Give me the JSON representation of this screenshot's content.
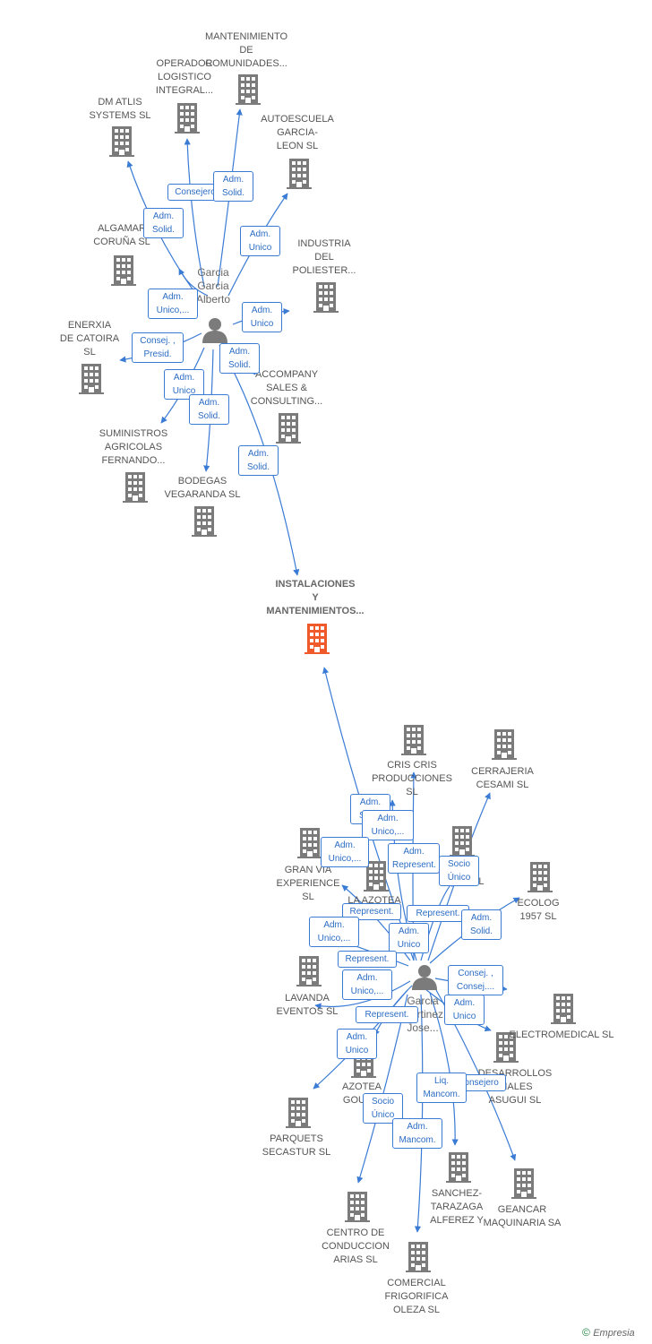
{
  "colors": {
    "edge": "#3a7bd5",
    "node": "#7b7b7b",
    "focus": "#f05a2b"
  },
  "company_nodes": [
    {
      "id": "mant_comunidades",
      "label": "MANTENIMIENTO\nDE\nCOMUNIDADES...",
      "icon": "building-icon"
    },
    {
      "id": "operador",
      "label": "OPERADOR\nLOGISTICO\nINTEGRAL...",
      "icon": "building-icon"
    },
    {
      "id": "dm_atlis",
      "label": "DM ATLIS\nSYSTEMS SL",
      "icon": "building-icon"
    },
    {
      "id": "autoescuela",
      "label": "AUTOESCUELA\nGARCIA-\nLEON SL",
      "icon": "building-icon"
    },
    {
      "id": "algamar",
      "label": "ALGAMAR\nCORUÑA  SL",
      "icon": "building-icon"
    },
    {
      "id": "industria",
      "label": "INDUSTRIA\nDEL\nPOLIESTER...",
      "icon": "building-icon"
    },
    {
      "id": "enerxia",
      "label": "ENERXIA\nDE CATOIRA\nSL",
      "icon": "building-icon"
    },
    {
      "id": "accompany",
      "label": "ACCOMPANY\nSALES &\nCONSULTING...",
      "icon": "building-icon"
    },
    {
      "id": "suministros",
      "label": "SUMINISTROS\nAGRICOLAS\nFERNANDO...",
      "icon": "building-icon"
    },
    {
      "id": "bodegas",
      "label": "BODEGAS\nVEGARANDA SL",
      "icon": "building-icon"
    },
    {
      "id": "instalaciones",
      "label": "INSTALACIONES\nY\nMANTENIMIENTOS...",
      "icon": "building-icon",
      "focus": true
    },
    {
      "id": "cris",
      "label": "CRIS CRIS\nPRODUCCIONES\nSL",
      "icon": "building-icon"
    },
    {
      "id": "cerrajeria",
      "label": "CERRAJERIA\nCESAMI  SL",
      "icon": "building-icon"
    },
    {
      "id": "granvia",
      "label": "GRAN VIA\nEXPERIENCE\nSL",
      "icon": "building-icon"
    },
    {
      "id": "lazotea",
      "label": "LA AZOTEA\nUNTO",
      "icon": "building-icon"
    },
    {
      "id": "ap",
      "label": "AP\nOU    SL",
      "icon": "building-icon"
    },
    {
      "id": "ecolog",
      "label": "ECOLOG\n1957 SL",
      "icon": "building-icon"
    },
    {
      "id": "lavanda",
      "label": "LAVANDA\nEVENTOS SL",
      "icon": "building-icon"
    },
    {
      "id": "electromedical",
      "label": "ELECTROMEDICAL SL",
      "icon": "building-icon"
    },
    {
      "id": "desarrollos",
      "label": "DESARROLLOS\nRIALES\nASUGUI  SL",
      "icon": "building-icon"
    },
    {
      "id": "azotea_gourmet",
      "label": "AZOTEA\nGOURM",
      "icon": "building-icon"
    },
    {
      "id": "parquets",
      "label": "PARQUETS\nSECASTUR SL",
      "icon": "building-icon"
    },
    {
      "id": "sanchez",
      "label": "SANCHEZ-\nTARAZAGA\nALFEREZ Y",
      "icon": "building-icon"
    },
    {
      "id": "geancar",
      "label": "GEANCAR\nMAQUINARIA SA",
      "icon": "building-icon"
    },
    {
      "id": "centro",
      "label": "CENTRO DE\nCONDUCCION\nARIAS SL",
      "icon": "building-icon"
    },
    {
      "id": "comercial",
      "label": "COMERCIAL\nFRIGORIFICA\nOLEZA SL",
      "icon": "building-icon"
    }
  ],
  "person_nodes": [
    {
      "id": "p1",
      "label": "Garcia\nGarcia\nAlberto",
      "icon": "person-icon"
    },
    {
      "id": "p2",
      "label": "Garcia\nMartinez\nJose...",
      "icon": "person-icon"
    }
  ],
  "edge_labels": [
    {
      "id": "e1",
      "text": "Consejero"
    },
    {
      "id": "e2",
      "text": "Adm.\nSolid."
    },
    {
      "id": "e3",
      "text": "Adm.\nSolid."
    },
    {
      "id": "e4",
      "text": "Adm.\nUnico"
    },
    {
      "id": "e5",
      "text": "Adm.\nUnico,..."
    },
    {
      "id": "e6",
      "text": "Adm.\nUnico"
    },
    {
      "id": "e7",
      "text": "Consej. ,\nPresid."
    },
    {
      "id": "e8",
      "text": "Adm.\nSolid."
    },
    {
      "id": "e9",
      "text": "Adm.\nUnico"
    },
    {
      "id": "e10",
      "text": "Adm.\nSolid."
    },
    {
      "id": "e11",
      "text": "Adm.\nSolid."
    },
    {
      "id": "e12",
      "text": "Adm.\nSolid."
    },
    {
      "id": "e13",
      "text": "Adm.\nUnico,..."
    },
    {
      "id": "e14",
      "text": "Adm.\nUnico,..."
    },
    {
      "id": "e15",
      "text": "Adm.\nRepresent."
    },
    {
      "id": "e16",
      "text": "Socio\nÚnico"
    },
    {
      "id": "e17",
      "text": "Represent."
    },
    {
      "id": "e18",
      "text": "Represent."
    },
    {
      "id": "e19",
      "text": "Adm.\nSolid."
    },
    {
      "id": "e20",
      "text": "Adm.\nUnico,..."
    },
    {
      "id": "e21",
      "text": "Adm.\nUnico"
    },
    {
      "id": "e22",
      "text": "Represent."
    },
    {
      "id": "e23",
      "text": "Consej. ,\nConsej...."
    },
    {
      "id": "e24",
      "text": "Adm.\nUnico,..."
    },
    {
      "id": "e25",
      "text": "Adm.\nUnico"
    },
    {
      "id": "e26",
      "text": "Represent."
    },
    {
      "id": "e27",
      "text": "Adm.\nUnico"
    },
    {
      "id": "e28",
      "text": "Consejero"
    },
    {
      "id": "e29",
      "text": "Liq.\nMancom."
    },
    {
      "id": "e30",
      "text": "Socio\nÚnico"
    },
    {
      "id": "e31",
      "text": "Adm.\nMancom."
    }
  ],
  "copyright": {
    "symbol": "©",
    "brand": "Empresia"
  }
}
